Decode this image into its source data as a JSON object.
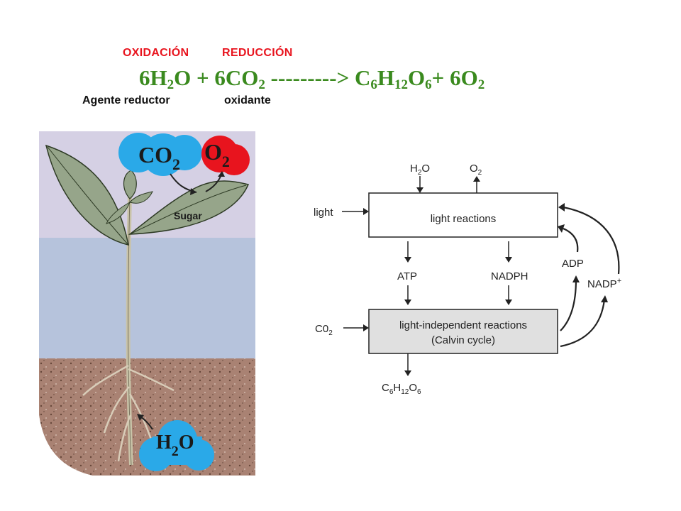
{
  "labels": {
    "oxidation": "OXIDACIÓN",
    "reduction": "REDUCCIÓN",
    "reducing_agent": "Agente reductor",
    "oxidant": "oxidante"
  },
  "equation": {
    "r1_coef": "6H",
    "r1_sub": "2",
    "r1_tail": "O",
    "plus1": " + ",
    "r2_coef": "6CO",
    "r2_sub": "2",
    "arrow": " ---------> ",
    "p1_c": "C",
    "p1_c_sub": "6",
    "p1_h": "H",
    "p1_h_sub": "12",
    "p1_o": "O",
    "p1_o_sub": "6",
    "plus2": "+ ",
    "p2_coef": "6O",
    "p2_sub": "2"
  },
  "plant": {
    "co2_main": "CO",
    "co2_sub": "2",
    "o2_main": "O",
    "o2_sub": "2",
    "sugar": "Sugar",
    "h2o_main": "H",
    "h2o_sub": "2",
    "h2o_tail": "O"
  },
  "cycle": {
    "h2o_top": {
      "a": "H",
      "sub": "2",
      "b": "O"
    },
    "o2_top": {
      "a": "O",
      "sub": "2"
    },
    "light": "light",
    "light_reactions": "light reactions",
    "atp": "ATP",
    "nadph": "NADPH",
    "adp": "ADP",
    "nadp": "NADP",
    "nadp_sup": "+",
    "co2_in": {
      "a": "C0",
      "sub": "2"
    },
    "calvin_line1": "light-independent reactions",
    "calvin_line2": "(Calvin cycle)",
    "glucose": {
      "c": "C",
      "cs": "6",
      "h": "H",
      "hs": "12",
      "o": "O",
      "os": "6"
    }
  },
  "colors": {
    "equation_green": "#3a8a1e",
    "label_red": "#e8141e",
    "bubble_blue": "#2aa9e8",
    "bubble_red": "#e8141e",
    "calvin_box_fill": "#e0e0e0"
  }
}
